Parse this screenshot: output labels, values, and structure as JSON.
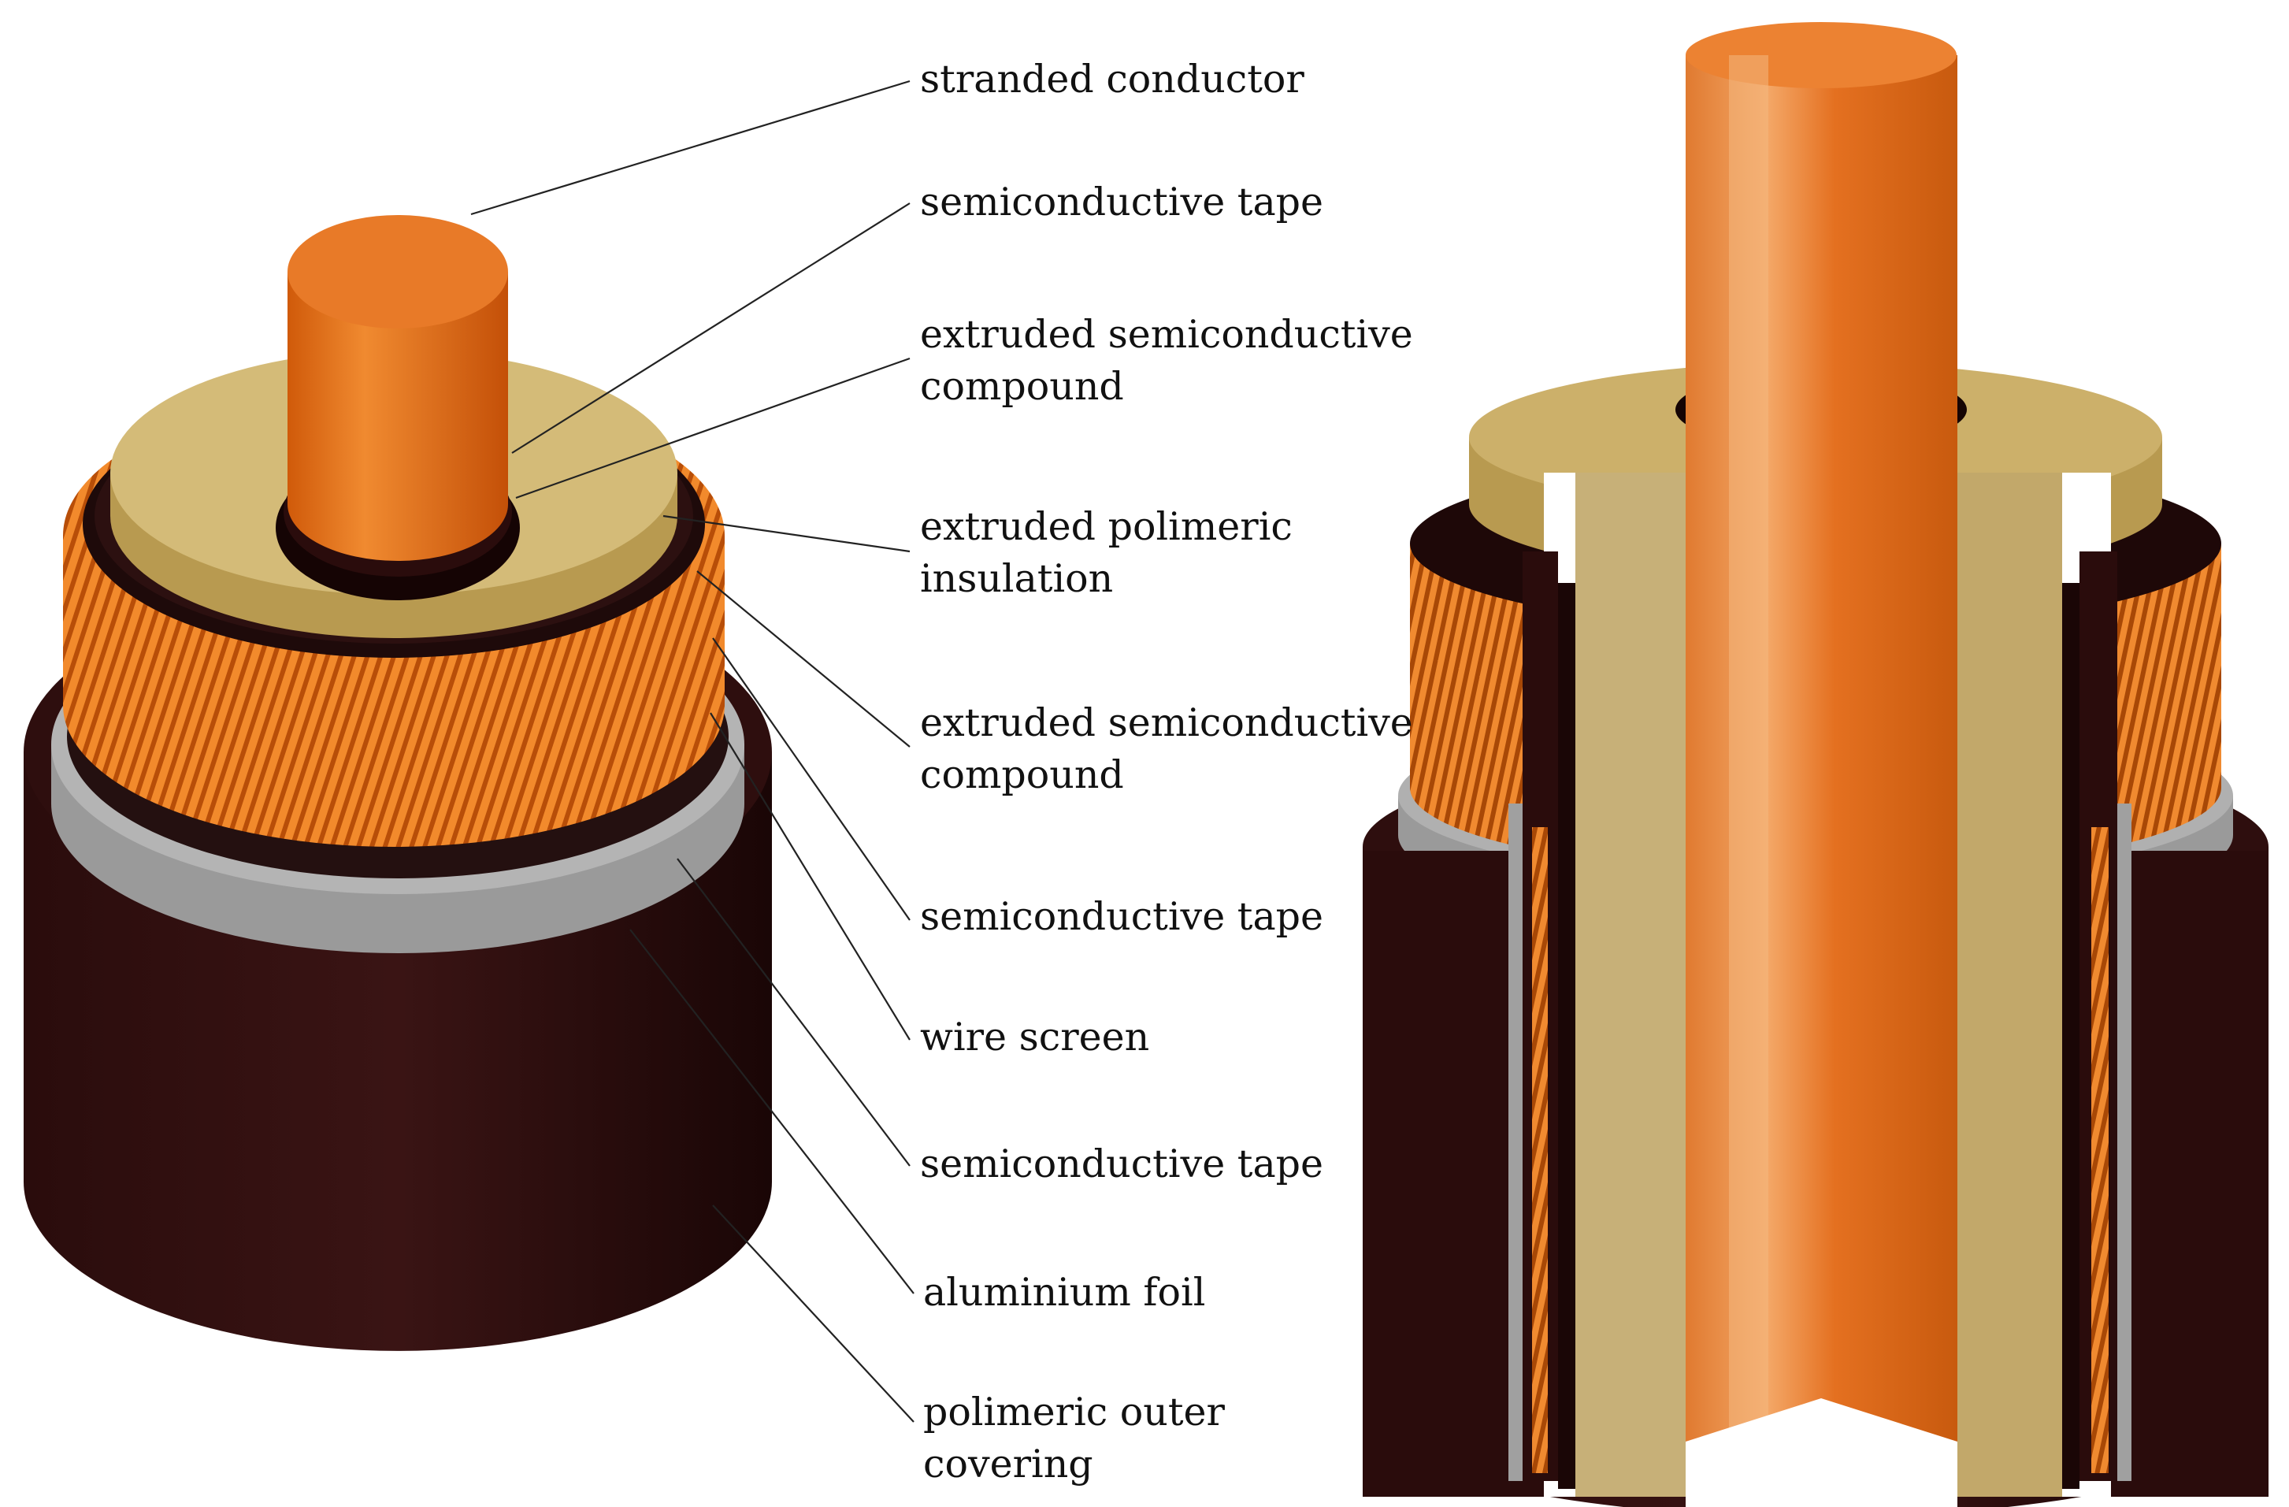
{
  "labels": {
    "stranded_conductor": "stranded conductor",
    "semiconductive_tape_1": "semiconductive tape",
    "extruded_semi_1_line1": "extruded semiconductive",
    "extruded_semi_1_line2": "compound",
    "insulation_line1": "extruded polimeric",
    "insulation_line2": "insulation",
    "extruded_semi_2_line1": "extruded semiconductive",
    "extruded_semi_2_line2": "compound",
    "semiconductive_tape_2": "semiconductive tape",
    "wire_screen": "wire screen",
    "semiconductive_tape_3": "semiconductive tape",
    "aluminium_foil": "aluminium foil",
    "outer_covering_line1": "polimeric outer",
    "outer_covering_line2": "covering"
  },
  "colors": {
    "copper": "#e87018",
    "copper_light": "#f0a060",
    "insulation": "#c9b06a",
    "insulation_side": "#b89a50",
    "semiconductor": "#1c0808",
    "outer_covering": "#2a0c0c",
    "aluminium": "#a8a8a8",
    "leader_line": "#222222"
  }
}
